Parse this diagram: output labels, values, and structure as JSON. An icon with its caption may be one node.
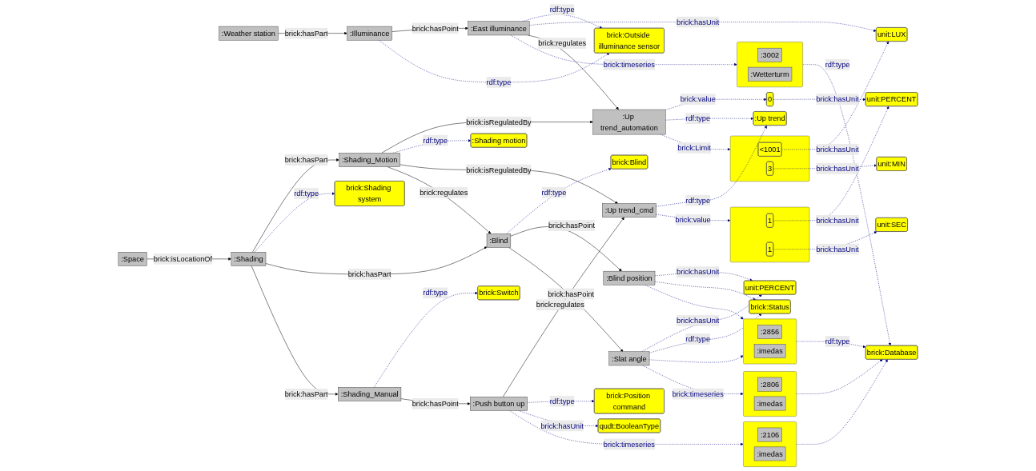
{
  "diagram": {
    "nodes": [
      {
        "text": [
          "brick:Outside illuminance sensor"
        ]
      },
      {
        "text": [],
        "shape": "box"
      },
      {
        "text": [
          ":3002"
        ],
        "in": 1
      },
      {
        "text": [
          ":Wetterturm"
        ],
        "in": 1
      },
      {
        "text": [
          "brick:Database"
        ]
      },
      {
        "text": [
          ":Weather station"
        ]
      },
      {
        "text": [
          ":Illuminance"
        ]
      },
      {
        "text": [
          ":East illuminance"
        ]
      },
      {
        "text": [
          "unit:LUX"
        ]
      },
      {
        "text": [],
        "shape": "box"
      },
      {
        "text": [
          "<1001"
        ],
        "in": 9
      },
      {
        "text": [
          "3"
        ],
        "in": 9
      },
      {
        "text": [
          ":Space"
        ]
      },
      {
        "text": [
          ":Shading"
        ]
      },
      {
        "text": [
          ":Shading_Motion"
        ]
      },
      {
        "text": [
          ":Up trend_automation"
        ]
      },
      {
        "text": [
          "0"
        ]
      },
      {
        "text": [
          "unit:MIN"
        ]
      },
      {
        "text": [
          "brick:Shading system"
        ]
      },
      {
        "text": [
          ":Shading motion"
        ]
      },
      {
        "text": [
          "unit:PERCENT"
        ]
      },
      {
        "text": [
          "unit:SEC"
        ]
      },
      {
        "text": [
          ":Up trend"
        ]
      },
      {
        "text": [],
        "shape": "box"
      },
      {
        "text": [
          "1"
        ],
        "in": 23
      },
      {
        "text": [
          "1"
        ],
        "in": 23
      },
      {
        "text": [
          "brick:Switch"
        ]
      },
      {
        "text": [
          "brick:Blind"
        ]
      },
      {
        "text": [
          ":Up trend_cmd"
        ]
      },
      {
        "text": [
          ":Shading_Manual"
        ]
      },
      {
        "text": [],
        "shape": "box"
      },
      {
        "text": [
          ":2106"
        ],
        "in": 30
      },
      {
        "text": [
          ":imedas"
        ],
        "in": 30
      },
      {
        "text": [
          ":Push button up"
        ]
      },
      {
        "text": [
          "brick:Position command"
        ]
      },
      {
        "text": [
          "qudt:BooleanType"
        ]
      },
      {
        "text": [
          ":Blind"
        ]
      },
      {
        "text": [
          ":Blind position"
        ]
      },
      {
        "text": [
          "unit:PERCENT"
        ]
      },
      {
        "text": [
          "brick:Status"
        ]
      },
      {
        "text": [
          ":Slat angle"
        ]
      },
      {
        "text": [],
        "shape": "box"
      },
      {
        "text": [
          ":2856"
        ],
        "in": 41
      },
      {
        "text": [
          ":imedas"
        ],
        "in": 41
      },
      {
        "text": [],
        "shape": "box"
      },
      {
        "text": [
          ":2806"
        ],
        "in": 44
      },
      {
        "text": [
          ":imedas"
        ],
        "in": 44
      }
    ],
    "edges": [
      {
        "from": 5,
        "to": 6,
        "arrow": "to",
        "label": "brick:hasPart",
        "color": "#000000"
      },
      {
        "from": 6,
        "to": 7,
        "arrow": "to",
        "label": "brick:hasPoint",
        "color": "#000000"
      },
      {
        "from": 6,
        "to": 0,
        "arrow": "to",
        "label": "rdf:type",
        "style": "dashed"
      },
      {
        "from": 7,
        "to": 0,
        "arrow": "to",
        "label": "rdf:type",
        "style": "dashed"
      },
      {
        "from": 7,
        "to": 1,
        "arrow": "to",
        "label": "brick:timeseries",
        "style": "dashed"
      },
      {
        "from": 1,
        "to": 4,
        "arrow": "to",
        "label": "rdf:type",
        "style": "dashed"
      },
      {
        "from": 7,
        "to": 8,
        "arrow": "to",
        "label": "brick:hasUnit",
        "style": "dashed"
      },
      {
        "from": 7,
        "to": 15,
        "arrow": "to",
        "label": "brick:regulates",
        "color": "#000000"
      },
      {
        "from": 10,
        "to": 8,
        "arrow": "to",
        "label": "brick:hasUnit",
        "style": "dashed"
      },
      {
        "from": 12,
        "to": 13,
        "arrow": "to",
        "label": "brick:isLocationOf",
        "color": "#000000"
      },
      {
        "from": 13,
        "to": 14,
        "arrow": "to",
        "label": "brick:hasPart",
        "color": "#000000"
      },
      {
        "from": 14,
        "to": 15,
        "arrow": "to",
        "label": "brick:isRegulatedBy",
        "color": "#000000"
      },
      {
        "from": 15,
        "to": 9,
        "arrow": "to",
        "label": "brick:Limit",
        "style": "dashed"
      },
      {
        "from": 15,
        "to": 16,
        "arrow": "to",
        "label": "brick:value",
        "style": "dashed"
      },
      {
        "from": 11,
        "to": 17,
        "arrow": "to",
        "label": "brick:hasUnit",
        "style": "dashed"
      },
      {
        "from": 13,
        "to": 18,
        "arrow": "to",
        "label": "rdf:type",
        "style": "dashed"
      },
      {
        "from": 14,
        "to": 19,
        "arrow": "to",
        "label": "rdf:type",
        "style": "dashed"
      },
      {
        "from": 16,
        "to": 20,
        "arrow": "to",
        "label": "brick:hasUnit",
        "style": "dashed"
      },
      {
        "from": 15,
        "to": 22,
        "arrow": "to",
        "label": "rdf:type",
        "style": "dashed"
      },
      {
        "from": 24,
        "to": 20,
        "arrow": "to",
        "label": "brick:hasUnit",
        "style": "dashed"
      },
      {
        "from": 25,
        "to": 21,
        "arrow": "to",
        "label": "brick:hasUnit",
        "style": "dashed"
      },
      {
        "from": 14,
        "to": 28,
        "arrow": "to",
        "label": "brick:isRegulatedBy",
        "color": "#000000"
      },
      {
        "from": 13,
        "to": 36,
        "arrow": "to",
        "label": "brick:hasPart",
        "color": "#000000"
      },
      {
        "from": 14,
        "to": 36,
        "arrow": "to",
        "label": "brick:regulates",
        "color": "#000000"
      },
      {
        "from": 13,
        "to": 29,
        "arrow": "to",
        "label": "brick:hasPart",
        "color": "#000000"
      },
      {
        "from": 28,
        "to": 22,
        "arrow": "to",
        "label": "rdf:type",
        "style": "dashed"
      },
      {
        "from": 28,
        "to": 23,
        "arrow": "to",
        "label": "brick:value",
        "style": "dashed"
      },
      {
        "from": 29,
        "to": 26,
        "arrow": "to",
        "label": "rdf:type",
        "style": "dashed"
      },
      {
        "from": 36,
        "to": 27,
        "arrow": "to",
        "label": "rdf:type",
        "style": "dashed"
      },
      {
        "from": 29,
        "to": 33,
        "arrow": "to",
        "label": "brick:hasPoint",
        "color": "#000000"
      },
      {
        "from": 33,
        "to": 28,
        "arrow": "to",
        "label": "brick:regulates",
        "color": "#000000"
      },
      {
        "from": 33,
        "to": 34,
        "arrow": "to",
        "label": "rdf:type",
        "style": "dashed"
      },
      {
        "from": 33,
        "to": 30,
        "arrow": "to",
        "label": "brick:timeseries",
        "style": "dashed"
      },
      {
        "from": 33,
        "to": 35,
        "arrow": "to",
        "label": "brick:hasUnit",
        "style": "dashed"
      },
      {
        "from": 36,
        "to": 37,
        "arrow": "to",
        "label": "brick:hasPoint",
        "color": "#000000"
      },
      {
        "from": 36,
        "to": 40,
        "arrow": "to",
        "label": "brick:hasPoint",
        "color": "#000000"
      },
      {
        "from": 37,
        "to": 38,
        "arrow": "to",
        "label": "brick:hasUnit",
        "style": "dashed"
      },
      {
        "from": 40,
        "to": 38,
        "arrow": "to",
        "label": "brick:hasUnit",
        "style": "dashed"
      },
      {
        "from": 37,
        "to": 39,
        "arrow": "to",
        "style": "dashed"
      },
      {
        "from": 40,
        "to": 39,
        "arrow": "to",
        "label": "rdf:type",
        "style": "dashed"
      },
      {
        "from": 37,
        "to": 41,
        "arrow": "to",
        "style": "dashed"
      },
      {
        "from": 40,
        "to": 41,
        "arrow": "to",
        "style": "dashed"
      },
      {
        "from": 40,
        "to": 44,
        "arrow": "to",
        "label": "brick:timeseries",
        "style": "dashed"
      },
      {
        "from": 30,
        "to": 4,
        "arrow": "to",
        "style": "dashed"
      },
      {
        "from": 41,
        "to": 4,
        "arrow": "to",
        "label": "rdf:type",
        "style": "dashed"
      },
      {
        "from": 44,
        "to": 4,
        "arrow": "to",
        "style": "dashed"
      }
    ]
  }
}
